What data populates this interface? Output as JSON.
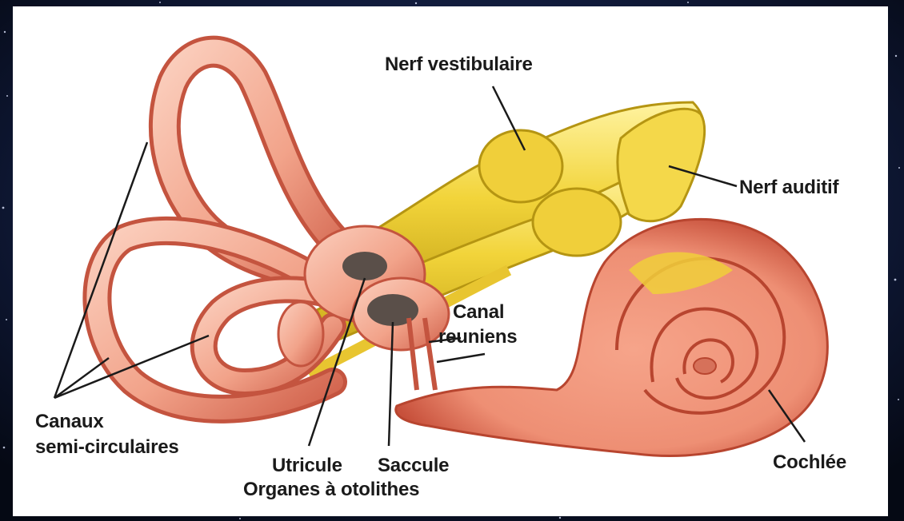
{
  "labels": {
    "nerf_vestibulaire": "Nerf vestibulaire",
    "nerf_auditif": "Nerf auditif",
    "canal_reuniens_line1": "Canal",
    "canal_reuniens_line2": "reuniens",
    "canaux_line1": "Canaux",
    "canaux_line2": "semi-circulaires",
    "utricule": "Utricule",
    "saccule": "Saccule",
    "organes": "Organes à otolithes",
    "cochlee": "Cochlée"
  },
  "colors": {
    "background_outer": "#0b1430",
    "panel": "#ffffff",
    "membrane": "#f2a38a",
    "membrane_dark": "#c4543f",
    "membrane_light": "#fbd7c8",
    "nerve": "#f2d43a",
    "nerve_dark": "#b59512",
    "otolith": "#5a4f49",
    "text": "#1a1a1a"
  }
}
